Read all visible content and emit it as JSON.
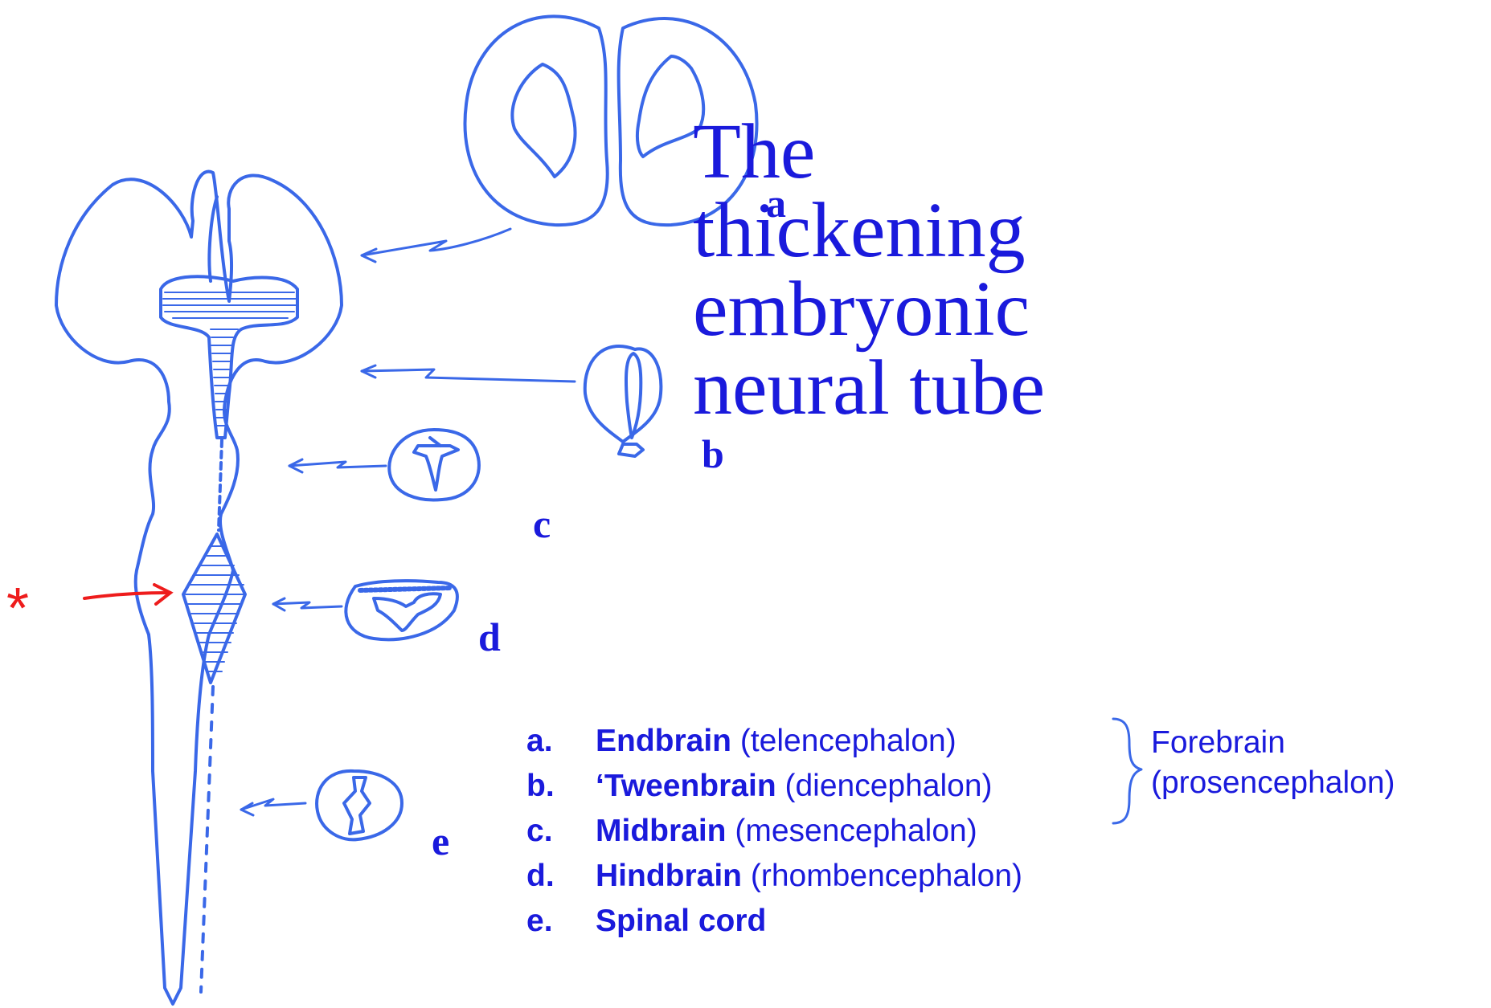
{
  "title": "The\nthickening\nembryonic\nneural tube",
  "colors": {
    "diagram": "#3a68e8",
    "text": "#1a1adc",
    "marker": "#ee1c1c"
  },
  "section_labels": {
    "a": "a",
    "b": "b",
    "c": "c",
    "d": "d",
    "e": "e"
  },
  "legend": [
    {
      "key": "a.",
      "term": "Endbrain",
      "latin": "(telencephalon)"
    },
    {
      "key": "b.",
      "term": "‘Tweenbrain",
      "latin": "(diencephalon)"
    },
    {
      "key": "c.",
      "term": "Midbrain",
      "latin": "(mesencephalon)"
    },
    {
      "key": "d.",
      "term": "Hindbrain",
      "latin": "(rhombencephalon)"
    },
    {
      "key": "e.",
      "term": "Spinal cord",
      "latin": ""
    }
  ],
  "bracket_group": {
    "line1": "Forebrain",
    "line2": "(prosencephalon)"
  },
  "marker": {
    "symbol": "*"
  }
}
